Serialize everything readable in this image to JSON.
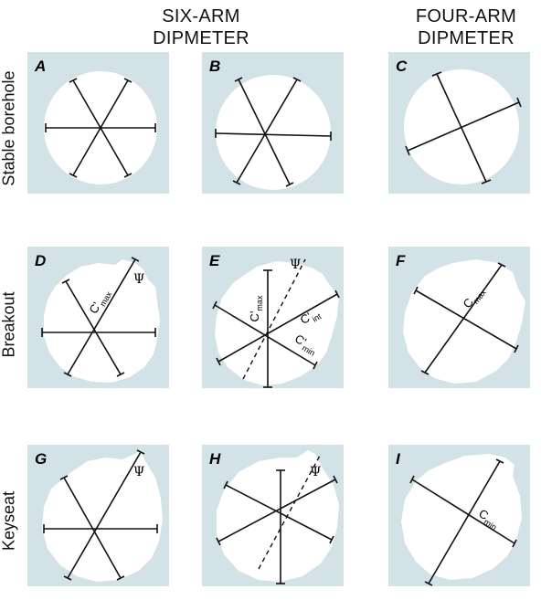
{
  "headers": {
    "six_arm_line1": "SIX-ARM",
    "six_arm_line2": "DIPMETER",
    "four_arm_line1": "FOUR-ARM",
    "four_arm_line2": "DIPMETER"
  },
  "rows": {
    "stable": "Stable borehole",
    "breakout": "Breakout",
    "keyseat": "Keyseat"
  },
  "panels": {
    "A": "A",
    "B": "B",
    "C": "C",
    "D": "D",
    "E": "E",
    "F": "F",
    "G": "G",
    "H": "H",
    "I": "I"
  },
  "labels": {
    "c_prefix": "C'",
    "c_plain": "C",
    "max": "max",
    "min": "min",
    "int": "int",
    "psi": "Ψ"
  },
  "colors": {
    "panel_bg": "#d3e2e7",
    "hole": "#ffffff",
    "arm": "#111111"
  }
}
